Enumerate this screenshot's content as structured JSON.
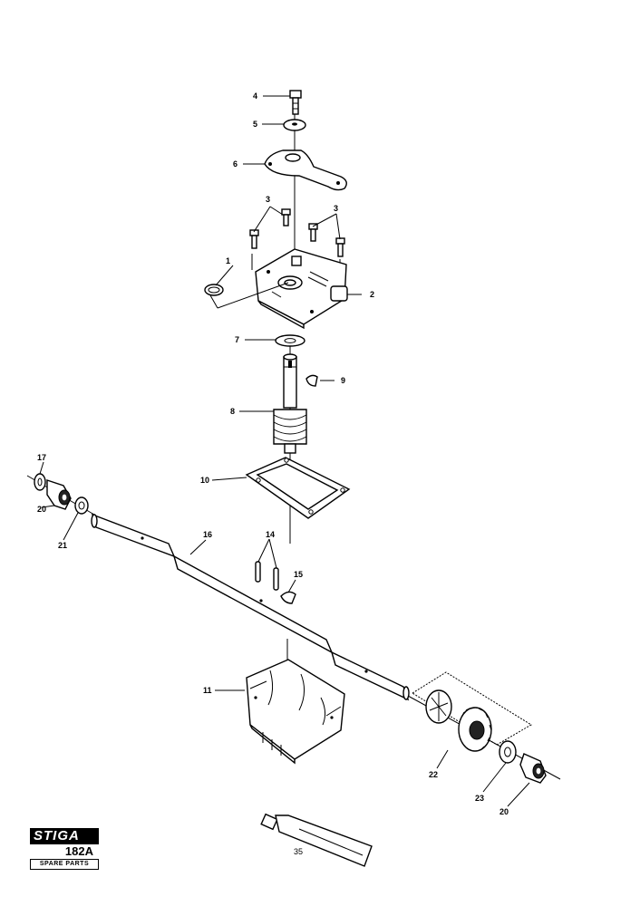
{
  "callouts": {
    "c1": "1",
    "c2": "2",
    "c3a": "3",
    "c3b": "3",
    "c4": "4",
    "c5": "5",
    "c6": "6",
    "c7": "7",
    "c8": "8",
    "c9": "9",
    "c10": "10",
    "c11": "11",
    "c14": "14",
    "c15": "15",
    "c16": "16",
    "c17": "17",
    "c20a": "20",
    "c20b": "20",
    "c21": "21",
    "c22": "22",
    "c23": "23",
    "c35": "35"
  },
  "logo": {
    "brand": "STIGA",
    "model": "182A",
    "subtitle": "SPARE PARTS"
  }
}
